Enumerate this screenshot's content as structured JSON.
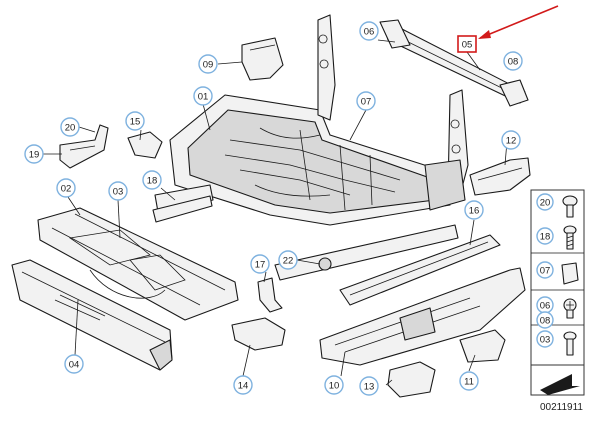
{
  "diagram": {
    "doc_number": "00211911",
    "highlighted_part": "05",
    "colors": {
      "callout_ring": "#7fb2df",
      "highlight": "#d21a1a",
      "arrow": "#d21a1a"
    },
    "callouts": [
      {
        "id": "01",
        "label": "01"
      },
      {
        "id": "02",
        "label": "02"
      },
      {
        "id": "03",
        "label": "03"
      },
      {
        "id": "04",
        "label": "04"
      },
      {
        "id": "05",
        "label": "05"
      },
      {
        "id": "06",
        "label": "06"
      },
      {
        "id": "07",
        "label": "07"
      },
      {
        "id": "08",
        "label": "08"
      },
      {
        "id": "09",
        "label": "09"
      },
      {
        "id": "10",
        "label": "10"
      },
      {
        "id": "11",
        "label": "11"
      },
      {
        "id": "12",
        "label": "12"
      },
      {
        "id": "13",
        "label": "13"
      },
      {
        "id": "14",
        "label": "14"
      },
      {
        "id": "15",
        "label": "15"
      },
      {
        "id": "16",
        "label": "16"
      },
      {
        "id": "17",
        "label": "17"
      },
      {
        "id": "18",
        "label": "18"
      },
      {
        "id": "19",
        "label": "19"
      },
      {
        "id": "20",
        "label": "20"
      },
      {
        "id": "22",
        "label": "22"
      }
    ],
    "legend": [
      {
        "label": "20"
      },
      {
        "label": "18"
      },
      {
        "label": "07"
      },
      {
        "label": "06"
      },
      {
        "label": "08"
      },
      {
        "label": "03"
      }
    ]
  }
}
